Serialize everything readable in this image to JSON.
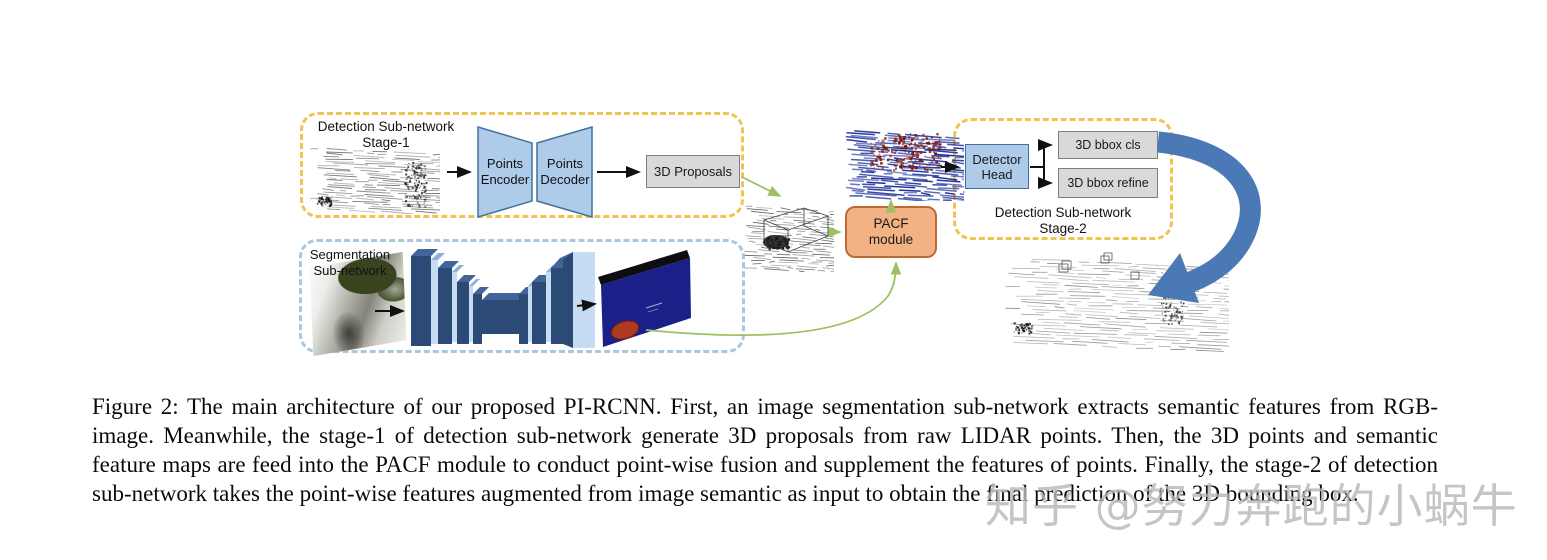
{
  "colors": {
    "yellow_dash": "#EFC54F",
    "blue_dash": "#A9C7E1",
    "box_blue": "#AECBEA",
    "box_gray": "#D9D9D9",
    "pacf_orange": "#F2B283",
    "pacf_border": "#C06A33",
    "blue_box_border": "#41719C",
    "gray_box_border": "#7F7F7F",
    "green_connector": "#9DC162",
    "arrow_blue": "#4A79B5"
  },
  "diagram": {
    "stage1": {
      "title": "Detection Sub-network\nStage-1",
      "encoder": "Points\nEncoder",
      "decoder": "Points\nDecoder",
      "proposals": "3D Proposals"
    },
    "segmentation": {
      "title": "Segmentation\nSub-network"
    },
    "pacf": {
      "label": "PACF\nmodule"
    },
    "stage2": {
      "detector_head": "Detector\nHead",
      "bbox_cls": "3D bbox cls",
      "bbox_refine": "3D bbox refine",
      "title": "Detection Sub-network\nStage-2"
    }
  },
  "caption": {
    "text": "Figure 2: The main architecture of our proposed PI-RCNN. First, an image segmentation sub-network extracts semantic features from RGB-image. Meanwhile, the stage-1 of detection sub-network generate 3D proposals from raw LIDAR points. Then, the 3D points and semantic feature maps are feed into the PACF module to conduct point-wise fusion and supplement the features of points. Finally, the stage-2 of detection sub-network takes the point-wise features augmented from image semantic as input to obtain the final prediction of the 3D bounding box."
  },
  "watermark": {
    "text": "知乎 @努力奔跑的小蜗牛"
  }
}
